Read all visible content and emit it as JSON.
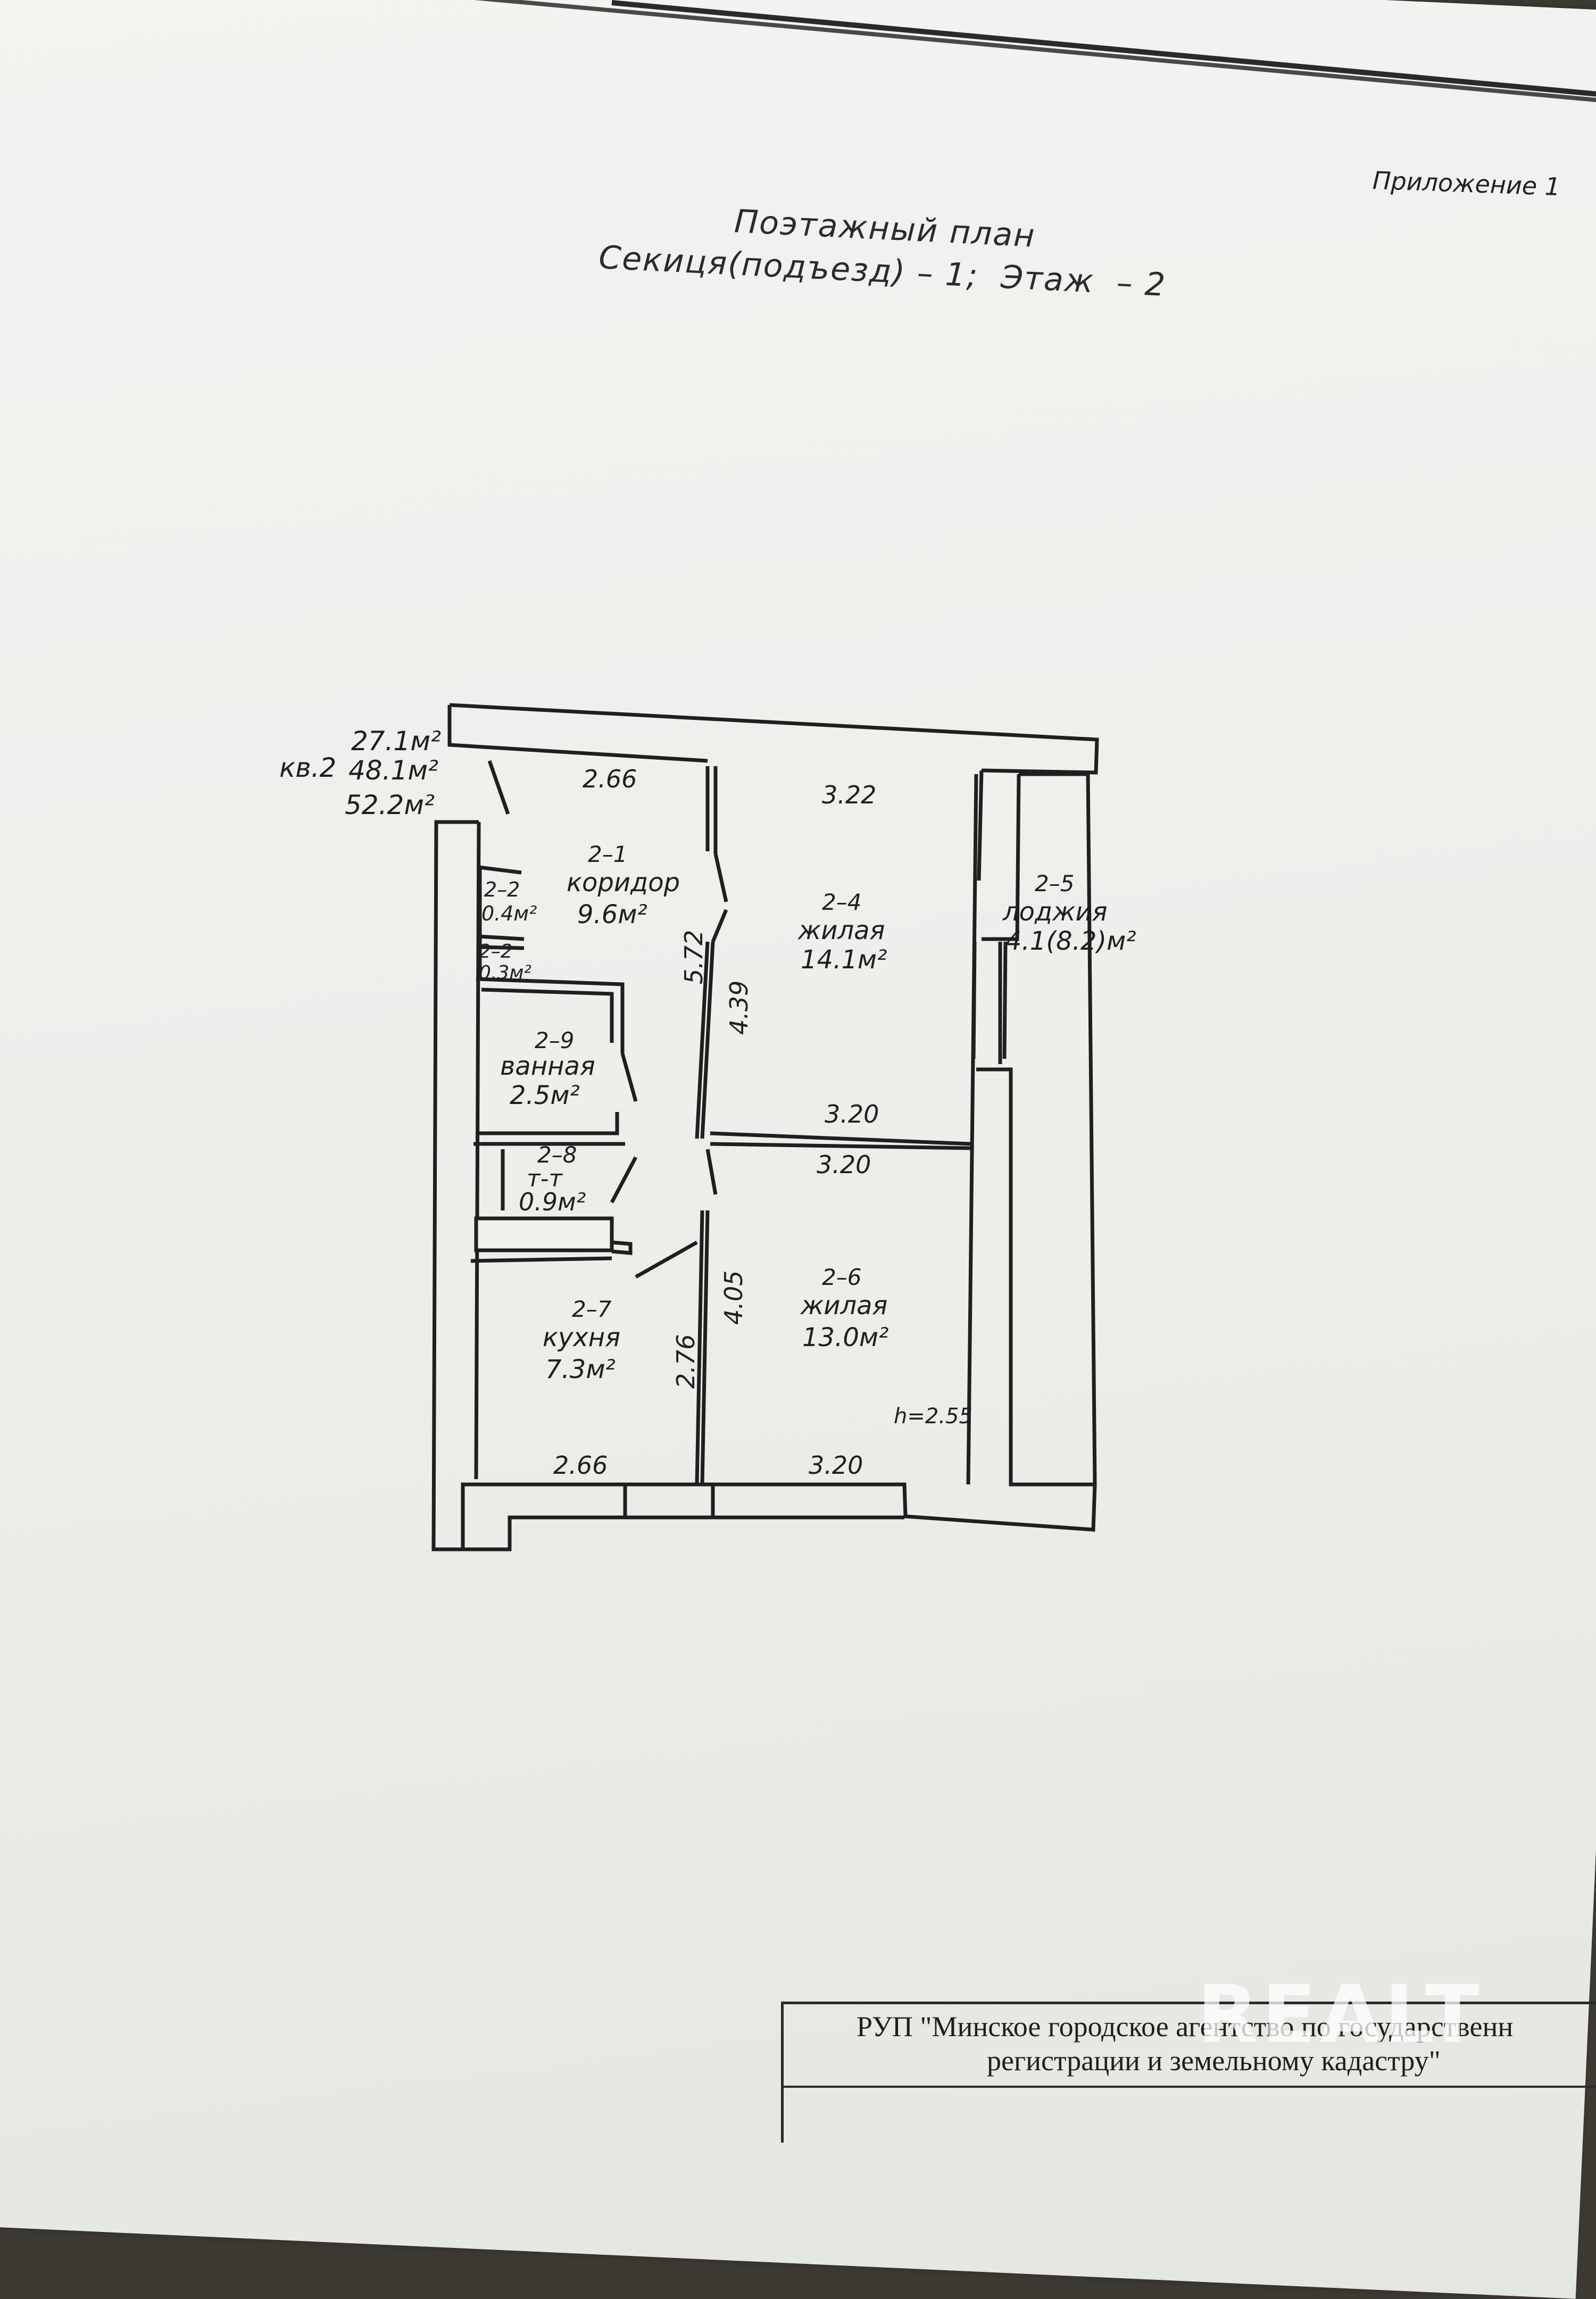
{
  "header": {
    "appendix": "Приложение 1",
    "title": "Поэтажный план",
    "subtitle": "Секиця(подъезд) – 1;  Этаж  – 2"
  },
  "apartment": {
    "area1": "27.1м²",
    "label": "кв.2",
    "area2": "48.1м²",
    "area3": "52.2м²"
  },
  "rooms": {
    "r1": {
      "code": "2–1",
      "name": "коридор",
      "area": "9.6м²"
    },
    "r2a": {
      "code": "2–2",
      "area": "0.4м²"
    },
    "r2b": {
      "code": "2–2",
      "area": "0.3м²"
    },
    "r9": {
      "code": "2–9",
      "name": "ванная",
      "area": "2.5м²"
    },
    "r8": {
      "code": "2–8",
      "name": "т-т",
      "area": "0.9м²"
    },
    "r7": {
      "code": "2–7",
      "name": "кухня",
      "area": "7.3м²"
    },
    "r4": {
      "code": "2–4",
      "name": "жилая",
      "area": "14.1м²"
    },
    "r6": {
      "code": "2–6",
      "name": "жилая",
      "area": "13.0м²"
    },
    "r5": {
      "code": "2–5",
      "name": "лоджия",
      "area": "4.1(8.2)м²"
    }
  },
  "dimensions": {
    "top_left": "2.66",
    "top_right": "3.22",
    "corr_len": "5.72",
    "room4_len": "4.39",
    "room4_bottom": "3.20",
    "room6_top": "3.20",
    "room6_len": "4.05",
    "kitchen_len": "2.76",
    "bottom_left": "2.66",
    "bottom_right": "3.20",
    "height": "h=2.55"
  },
  "stamp": {
    "line1": "РУП \"Минское городское агентство по государственн",
    "line2": "регистрации и земельному кадастру\""
  },
  "watermark": "REALT"
}
